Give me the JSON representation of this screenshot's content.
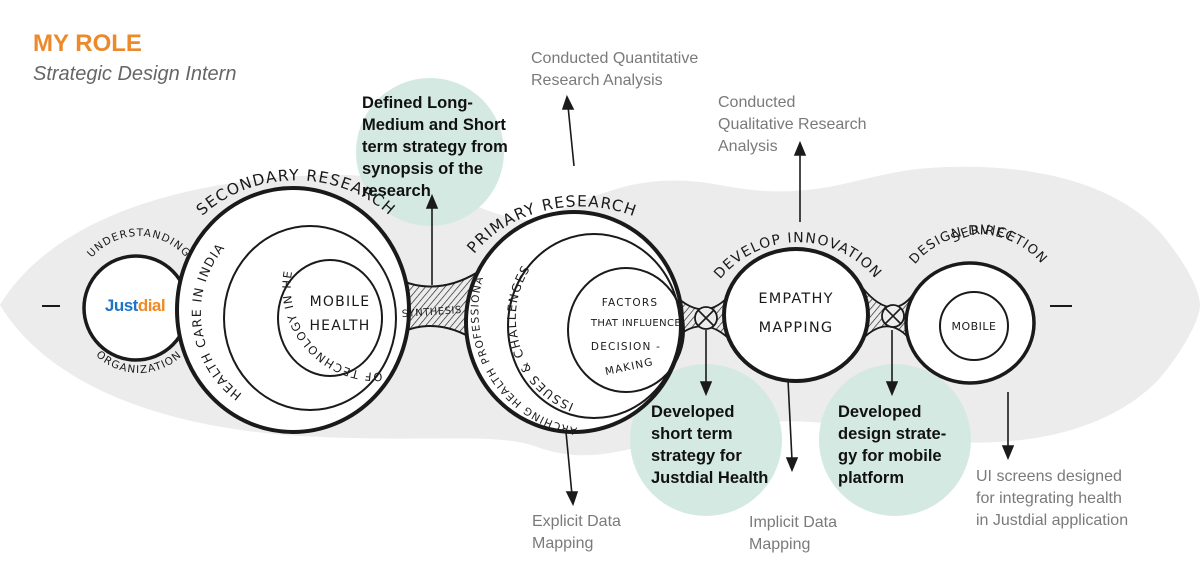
{
  "header": {
    "title": "MY ROLE",
    "subtitle": "Strategic Design Intern"
  },
  "colors": {
    "accent": "#ec8a2b",
    "bubble": "#d3e9e2",
    "band": "#ececec",
    "ink": "#1a1a1a",
    "note": "#7a7a7a",
    "logo_blue": "#1f73c4",
    "logo_orange": "#f08a24"
  },
  "logo": {
    "text": "Justdial",
    "part1": "Just",
    "part2": "dial"
  },
  "labels": {
    "understanding": "UNDERSTANDING",
    "organization": "ORGANIZATION",
    "secondary_research": "SECONDARY RESEARCH",
    "health_care_india": "HEALTH CARE IN INDIA",
    "role_of_technology": "ROLE OF TECHNOLOGY IN HEALTH",
    "mobile_health_1": "MOBILE",
    "mobile_health_2": "HEALTH",
    "synthesis": "SYNTHESIS",
    "primary_research": "PRIMARY RESEARCH",
    "searching_hp": "SEARCHING HEALTH PROFESSIONALS",
    "issues_challenges": "ISSUES & CHALLENGES",
    "factors_1": "FACTORS",
    "factors_2": "THAT INFLUENCE",
    "factors_3": "DECISION -",
    "factors_4": "MAKING",
    "develop_innovation": "DEVELOP INNOVATION",
    "empathy_1": "EMPATHY",
    "empathy_2": "MAPPING",
    "design_direction": "DESIGN DIRECTION",
    "service": "SERVICE",
    "mobile": "MOBILE"
  },
  "notes": {
    "quant": [
      "Conducted Quantitative",
      "Research Analysis"
    ],
    "qual": [
      "Conducted",
      "Qualitative Research",
      "Analysis"
    ],
    "explicit": [
      "Explicit Data",
      "Mapping"
    ],
    "implicit": [
      "Implicit Data",
      "Mapping"
    ],
    "ui_screens": [
      "UI screens designed",
      "for integrating health",
      "in Justdial application"
    ]
  },
  "highlights": {
    "strategy": [
      "Defined Long-",
      "Medium and Short",
      "term strategy from",
      "synopsis of the",
      "research"
    ],
    "short_term": [
      "Developed",
      "short term",
      "strategy for",
      "Justdial Health"
    ],
    "design_strategy": [
      "Developed",
      "design strate-",
      "gy for mobile",
      "platform"
    ]
  }
}
